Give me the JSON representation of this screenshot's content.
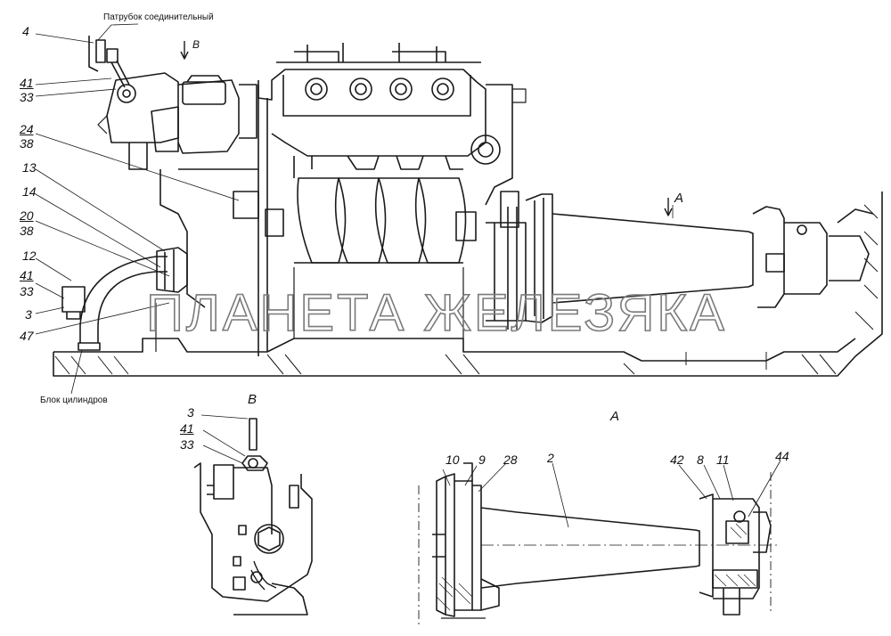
{
  "captions": {
    "connector_pipe": "Патрубок соединительный",
    "cylinder_block": "Блок цилиндров"
  },
  "views": {
    "main_arrow_b": "В",
    "main_arrow_a": "А",
    "view_b": "В",
    "view_a": "А"
  },
  "main_labels": [
    "4",
    "41",
    "33",
    "24",
    "38",
    "13",
    "14",
    "20",
    "38",
    "12",
    "41",
    "33",
    "3",
    "47"
  ],
  "view_b_labels": [
    "3",
    "41",
    "33"
  ],
  "view_a_labels": [
    "10",
    "9",
    "28",
    "2",
    "42",
    "8",
    "11",
    "44"
  ],
  "watermark": "ПЛАНЕТА ЖЕЛЕЗЯКА",
  "colors": {
    "line": "#1a1a1a",
    "background": "#ffffff",
    "watermark_stroke": "#7a7a7a"
  }
}
